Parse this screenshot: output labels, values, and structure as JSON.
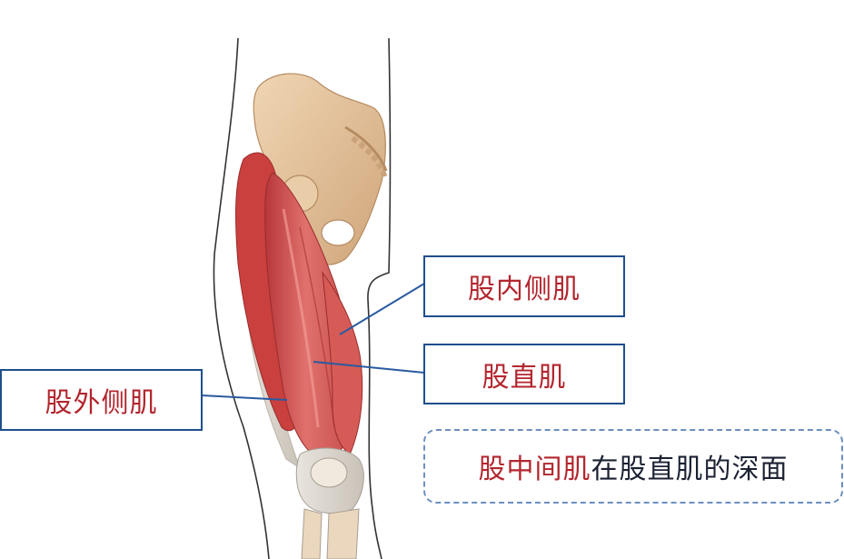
{
  "labels": {
    "vastus_medialis": "股内侧肌",
    "rectus_femoris": "股直肌",
    "vastus_lateralis": "股外侧肌"
  },
  "note": {
    "highlight": "股中间肌",
    "rest": "在股直肌的深面"
  },
  "colors": {
    "label_text": "#b3262e",
    "box_border": "#1f4e8c",
    "leader_line": "#2a5aa0",
    "note_border": "#6c8fbf",
    "note_text": "#1c2233",
    "bone": "#e3c29b",
    "muscle": "#d9534f"
  }
}
